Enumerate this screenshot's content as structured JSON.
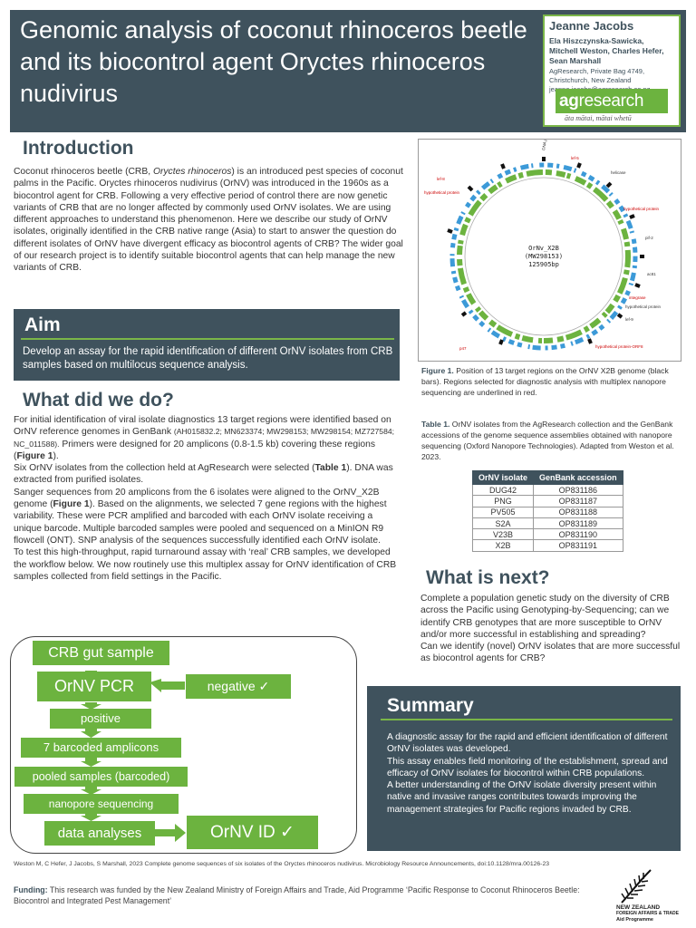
{
  "header": {
    "title": "Genomic analysis of coconut rhinoceros beetle and its biocontrol agent Oryctes rhinoceros nudivirus"
  },
  "author": {
    "name": "Jeanne Jacobs",
    "coauthors_line1": "Ela Hiszczynska-Sawicka,",
    "coauthors_line2": "Mitchell Weston, Charles Hefer,",
    "coauthors_line3": "Sean Marshall",
    "address_line1": "AgResearch, Private Bag 4749,",
    "address_line2": "Christchurch, New Zealand",
    "email": "jeanne.jacobs@agresearch.co.nz"
  },
  "logo": {
    "ag": "ag",
    "research": "research",
    "tagline": "āta mātai, mātai whetū",
    "color": "#6cb33f"
  },
  "intro": {
    "heading": "Introduction",
    "p1": "Coconut rhinoceros beetle (CRB, ",
    "p1_italic": "Oryctes rhinoceros",
    "p1_rest": ") is an introduced pest species of coconut palms in the Pacific. Oryctes rhinoceros nudivirus (OrNV) was introduced in the 1960s as a biocontrol agent for CRB. Following a very effective period of control there are now genetic variants of CRB that are no longer affected by commonly used OrNV isolates. We are using different approaches to understand this phenomenon. Here we describe our study of OrNV isolates, originally identified in the CRB native range (Asia) to start to answer the question do different isolates of OrNV have divergent efficacy as biocontrol agents of CRB? The wider goal of our research project is to identify suitable biocontrol agents that can help manage the new variants of CRB."
  },
  "aim": {
    "heading": "Aim",
    "text": "Develop an assay for the rapid identification of different OrNV isolates from CRB samples based on multilocus sequence analysis."
  },
  "what": {
    "heading": "What did we do?",
    "p1a": "For initial identification of viral isolate diagnostics 13 target regions were identified based on OrNV reference genomes in GenBank ",
    "p1b": "(AH015832.2; MN623374; MW298153; MW298154; MZ727584; NC_011588).",
    "p1c": " Primers were designed for 20 amplicons (0.8-1.5 kb) covering these regions (",
    "p1_fig": "Figure 1",
    "p1d": ").",
    "p2a": "Six OrNV isolates from the collection held at AgResearch were selected (",
    "p2_tab": "Table 1",
    "p2b": "). DNA was extracted from purified isolates.",
    "p3a": "Sanger sequences from 20 amplicons from the 6 isolates were aligned to the OrNV_X2B genome (",
    "p3_fig": "Figure 1",
    "p3b": "). Based on the alignments, we selected 7 gene regions with the highest variability. These were PCR amplified and barcoded with each OrNV isolate receiving a unique barcode. Multiple barcoded samples were pooled and sequenced on a MinION R9 flowcell (ONT). SNP analysis of the sequences successfully identified each OrNV isolate.",
    "p4": "To test this high-throughput, rapid turnaround assay with ‘real’ CRB samples, we developed the workflow below. We now routinely use this multiplex assay for OrNV identification of CRB samples collected from field settings in the Pacific."
  },
  "flow": {
    "step1": "CRB gut sample",
    "step2": "OrNV PCR",
    "negative": "negative ✓",
    "step3": "positive",
    "step4": "7 barcoded amplicons",
    "step5": "pooled samples (barcoded)",
    "step6": "nanopore sequencing",
    "step7": "data analyses",
    "result": "OrNV ID ✓"
  },
  "figure": {
    "center_line1": "OrNv_X2B",
    "center_line2": "(MW298153)",
    "center_line3": "125905bp",
    "caption_label": "Figure 1.",
    "caption_text": " Position of 13 target regions on the OrNV X2B genome (black bars). Regions selected for diagnostic analysis with multiplex nanopore sequencing are underlined in red.",
    "labels": [
      "DNA polymerase B",
      "lef-5",
      "helicase",
      "hypothetical protein",
      "pif-2",
      "ac81",
      "integrase",
      "lef-9",
      "hypothetical protein",
      "hypothetical protein-ORF8",
      "p47",
      "hypothetical protein",
      "lef-8"
    ]
  },
  "table": {
    "caption_label": "Table 1.",
    "caption_text": " OrNV isolates from the AgResearch collection and the GenBank accessions of the genome sequence assemblies obtained with nanopore sequencing  (Oxford Nanopore Technologies). Adapted from Weston et al. 2023.",
    "headers": [
      "OrNV isolate",
      "GenBank accession"
    ],
    "rows": [
      [
        "DUG42",
        "OP831186"
      ],
      [
        "PNG",
        "OP831187"
      ],
      [
        "PV505",
        "OP831188"
      ],
      [
        "S2A",
        "OP831189"
      ],
      [
        "V23B",
        "OP831190"
      ],
      [
        "X2B",
        "OP831191"
      ]
    ]
  },
  "next": {
    "heading": "What is next?",
    "p1": "Complete a population genetic study on the diversity of CRB across the Pacific using Genotyping-by-Sequencing; can we identify CRB genotypes that are more susceptible to OrNV and/or more successful in establishing and spreading?",
    "p2": "Can we identify (novel) OrNV isolates that are more successful as biocontrol agents for CRB?"
  },
  "summary": {
    "heading": "Summary",
    "p1": "A diagnostic assay for the rapid and efficient identification of different OrNV isolates was developed.",
    "p2": "This assay enables field monitoring of the establishment, spread and efficacy of OrNV isolates for biocontrol within CRB populations.",
    "p3": "A better understanding of the OrNV isolate diversity present within native and invasive ranges contributes towards improving the management strategies for Pacific regions invaded by CRB."
  },
  "reference": "Weston M, C Hefer, J Jacobs, S Marshall, 2023  Complete genome sequences of six isolates of the Oryctes rhinoceros nudivirus. Microbiology Resource Announcements, doi:10.1128/mra.00126-23",
  "funding": {
    "label": "Funding:",
    "text": " This research was funded by the New Zealand Ministry of Foreign Affairs and Trade, Aid Programme ‘Pacific Response to Coconut Rhinoceros Beetle: Biocontrol and Integrated Pest Management’"
  },
  "nz_logo": {
    "line1": "NEW ZEALAND",
    "line2": "FOREIGN AFFAIRS & TRADE",
    "line3": "Aid Programme"
  },
  "colors": {
    "slate": "#3f525d",
    "green": "#6cb33f",
    "accent_line": "#7ab648"
  }
}
